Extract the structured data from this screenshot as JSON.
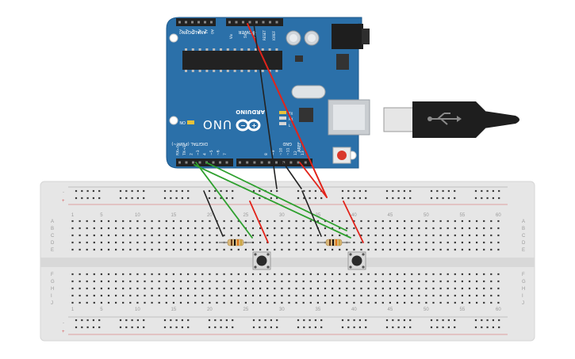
{
  "board": {
    "brand": "ARDUINO",
    "model": "UNO",
    "on_label": "ON",
    "tx_label": "TX",
    "rx_label": "RX",
    "l_label": "L",
    "digital_label": "DIGITAL (PWM~)",
    "power_label": "POWER",
    "analog_label": "ANALOG IN",
    "aref_label": "AREF",
    "gnd_label": "GND",
    "ioref_label": "IOREF",
    "reset_label": "RESET",
    "v33_label": "3.3V",
    "v5_label": "5V",
    "vin_label": "Vin",
    "analog_pins": [
      "A0",
      "A1",
      "A2",
      "A3",
      "A4",
      "A5"
    ],
    "digital_pins": [
      "13",
      "12",
      "~11",
      "~10",
      "~9",
      "8",
      "7",
      "~6",
      "~5",
      "4",
      "~3",
      "2",
      "TX→1",
      "RX←0"
    ]
  },
  "breadboard": {
    "column_numbers": [
      "1",
      "5",
      "10",
      "15",
      "20",
      "25",
      "30",
      "35",
      "40",
      "45",
      "50",
      "55",
      "60"
    ],
    "rows_top": [
      "A",
      "B",
      "C",
      "D",
      "E"
    ],
    "rows_bottom": [
      "F",
      "G",
      "H",
      "I",
      "J"
    ],
    "rail_plus": "+",
    "rail_minus": "-"
  },
  "colors": {
    "board": "#2a6fa8",
    "board_dark": "#1c4f7d",
    "breadboard": "#e5e5e5",
    "hole": "#3a3a3a",
    "wire_red": "#e2231a",
    "wire_black": "#222222",
    "wire_green": "#2ea02e",
    "resistor_body": "#d9b77a"
  }
}
